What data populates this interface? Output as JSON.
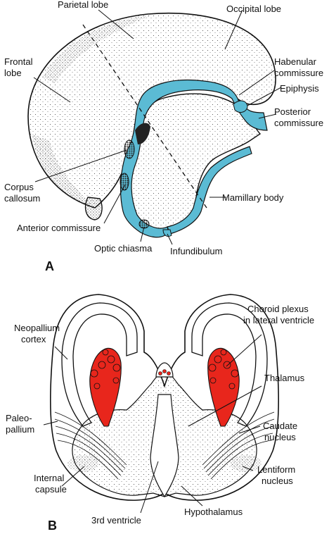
{
  "panel_a": {
    "letter": "A",
    "labels": {
      "parietal_lobe": "Parietal lobe",
      "occipital_lobe": "Occipital lobe",
      "frontal_lobe_line1": "Frontal",
      "frontal_lobe_line2": "lobe",
      "habenular_line1": "Habenular",
      "habenular_line2": "commissure",
      "epiphysis": "Epiphysis",
      "posterior_line1": "Posterior",
      "posterior_line2": "commissure",
      "corpus_line1": "Corpus",
      "corpus_line2": "callosum",
      "mamillary_body": "Mamillary body",
      "anterior_commissure": "Anterior commissure",
      "optic_chiasma": "Optic chiasma",
      "infundibulum": "Infundibulum"
    }
  },
  "panel_b": {
    "letter": "B",
    "labels": {
      "neopallium_line1": "Neopallium",
      "neopallium_line2": "cortex",
      "choroid_line1": "Choroid plexus",
      "choroid_line2": "in lateral ventricle",
      "thalamus": "Thalamus",
      "paleo_line1": "Paleo-",
      "paleo_line2": "pallium",
      "caudate_line1": "Caudate",
      "caudate_line2": "nucleus",
      "lentiform_line1": "Lentiform",
      "lentiform_line2": "nucleus",
      "internal_line1": "Internal",
      "internal_line2": "capsule",
      "third_ventricle": "3rd ventricle",
      "hypothalamus": "Hypothalamus"
    }
  },
  "colors": {
    "ventricle_blue": "#5bbbd4",
    "choroid_red": "#e8261c",
    "outline": "#111111"
  }
}
